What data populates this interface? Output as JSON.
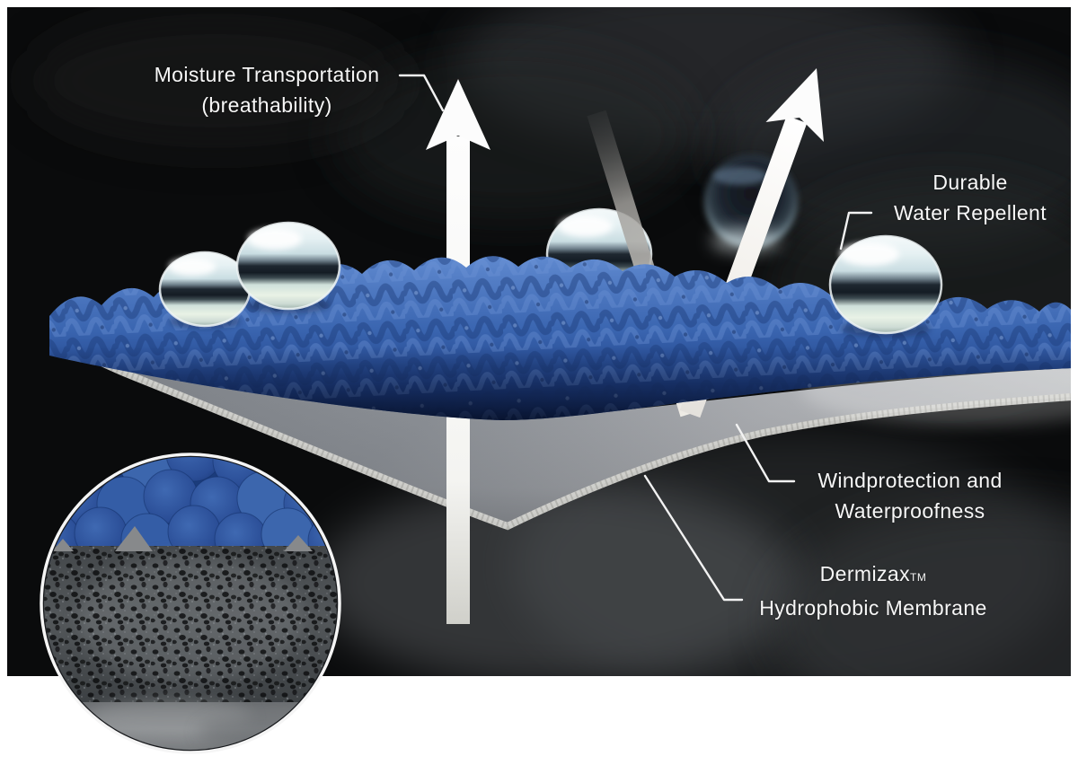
{
  "labels": {
    "moisture": {
      "line1": "Moisture Transportation",
      "line2": "(breathability)"
    },
    "durable": {
      "line1": "Durable",
      "line2": "Water Repellent"
    },
    "wind": {
      "line1": "Windprotection and",
      "line2": "Waterproofness"
    },
    "membrane": {
      "brand": "Dermizax",
      "tm": "TM",
      "line2": "Hydrophobic Membrane"
    }
  },
  "icons": {
    "moisture_arrow": "up-arrow",
    "repel_arrow": "bounce-v-arrow",
    "droplets": "water-droplet",
    "inset": "microscope-cross-section-circle"
  },
  "colors": {
    "canvas_dark": "#0b0c0d",
    "fabric_blue": "#3c69b5",
    "fabric_blue_dark": "#16306b",
    "membrane_gray": "#9b9fa5",
    "membrane_edge": "#d3d3cf",
    "arrow_white": "#fafafa",
    "label_text": "#f7f7f7",
    "inset_fiber_blue": "#2e55a3"
  }
}
